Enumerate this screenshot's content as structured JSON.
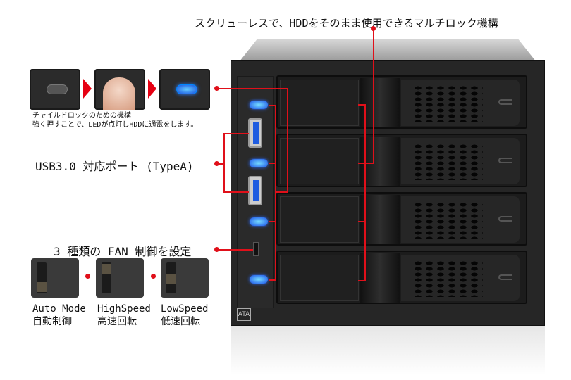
{
  "top_caption": "スクリューレスで、HDDをそのまま使用できるマルチロック機構",
  "child_lock": {
    "line1": "チャイルドロックのための機構",
    "line2": "強く押すことで、LEDが点灯しHDDに通電をします。"
  },
  "usb_label": "USB3.0 対応ポート (TypeA)",
  "fan_label": "3 種類の FAN 制御を設定",
  "fan_modes": [
    {
      "en": "Auto Mode",
      "ja": "自動制御"
    },
    {
      "en": "HighSpeed",
      "ja": "高速回転"
    },
    {
      "en": "LowSpeed",
      "ja": "低速回転"
    }
  ],
  "badge": "ATA",
  "colors": {
    "accent": "#e0101a",
    "led": "#2a6aff"
  }
}
